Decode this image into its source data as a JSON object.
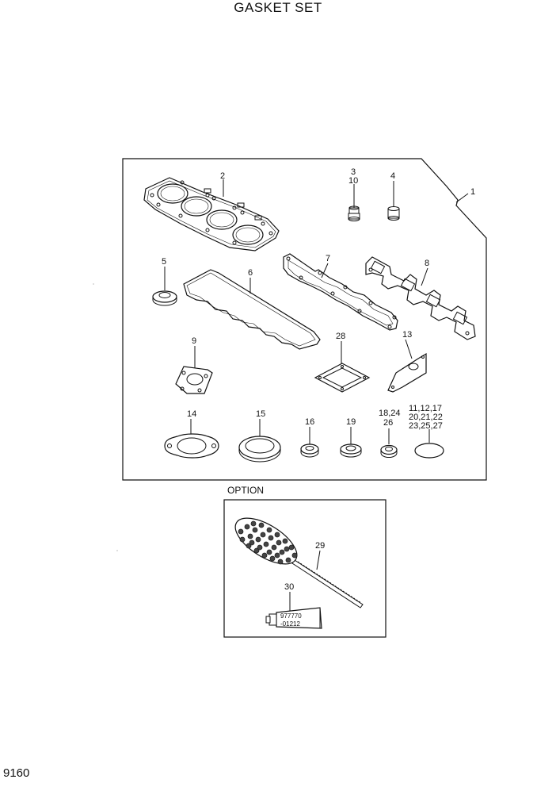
{
  "page": {
    "title": "GASKET SET",
    "page_number": "9160",
    "option_label": "OPTION"
  },
  "callouts": {
    "c1": "1",
    "c2": "2",
    "c3": "3",
    "c10": "10",
    "c4": "4",
    "c5": "5",
    "c6": "6",
    "c7": "7",
    "c8": "8",
    "c9": "9",
    "c28": "28",
    "c13": "13",
    "c14": "14",
    "c15": "15",
    "c16": "16",
    "c19": "19",
    "c18_24": "18,24",
    "c26": "26",
    "c11_line1": "11,12,17",
    "c11_line2": "20,21,22",
    "c11_line3": "23,25,27",
    "c29": "29",
    "c30": "30"
  },
  "tube_label": {
    "line1": "977770",
    "line2": "-01212"
  }
}
